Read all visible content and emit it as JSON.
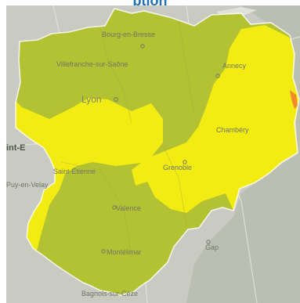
{
  "header": {
    "title": "ption"
  },
  "map": {
    "colors": {
      "base": "#c9cbc3",
      "mountains": "#b5b8ad",
      "region_green": "#b3c233",
      "region_yellow": "#f3ec13",
      "alert_orange": "#f18a2a",
      "border": "#ffffff"
    },
    "labels": {
      "bourg": "Bourg-en-Bresse",
      "villefranche": "Villefranche-sur-Saône",
      "lyon": "Lyon",
      "saint_etienne": "Saint-Étienne",
      "chambery": "Chambéry",
      "grenoble": "Grenoble",
      "valence": "Valence",
      "annecy": "Annecy",
      "puy": "Puy-en-Velay",
      "montelimar": "Montélimar",
      "gap": "Gap",
      "bagnols": "Bagnols-sur-Cèze",
      "edge_left": "int-E"
    }
  }
}
